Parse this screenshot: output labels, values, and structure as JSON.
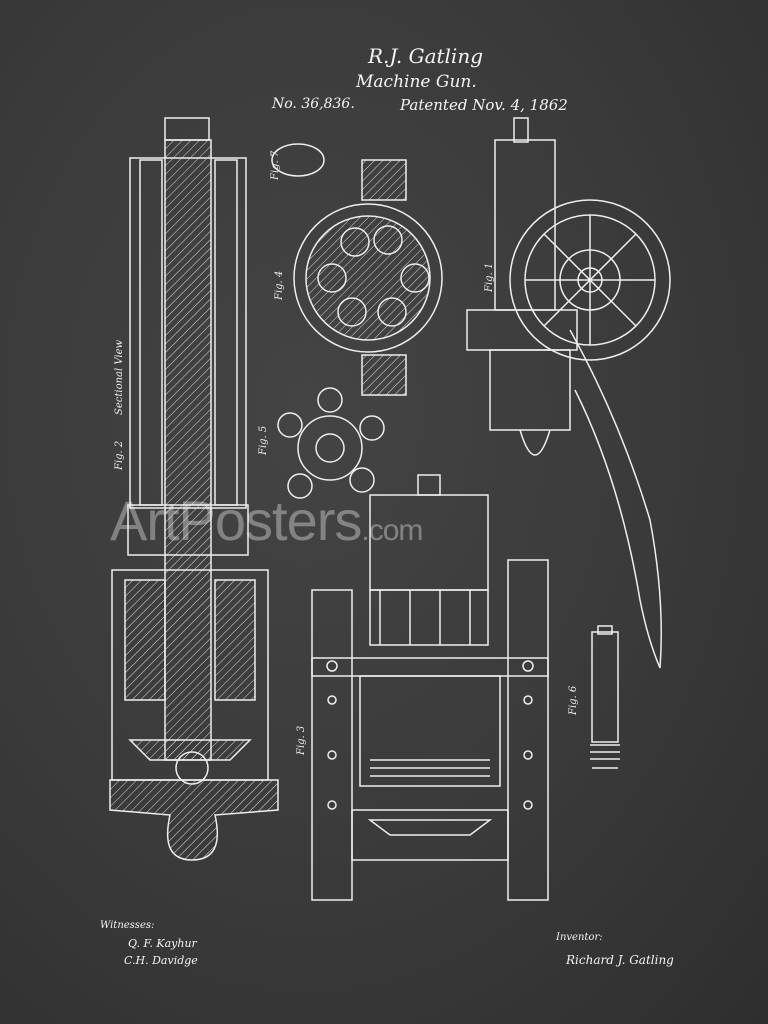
{
  "header": {
    "inventor": "R.J. Gatling",
    "title": "Machine Gun.",
    "patent_number": "No. 36,836.",
    "patent_date": "Patented Nov. 4, 1862"
  },
  "figures": {
    "fig1": "Fig. 1",
    "fig2": "Fig. 2",
    "fig2_caption": "Sectional View",
    "fig3": "Fig. 3",
    "fig4": "Fig. 4",
    "fig5": "Fig. 5",
    "fig6": "Fig. 6",
    "fig7": "Fig. 7"
  },
  "footer": {
    "witnesses_label": "Witnesses:",
    "witness_1": "Q. F. Kayhur",
    "witness_2": "C.H. Davidge",
    "inventor_label": "Inventor:",
    "inventor_signature": "Richard J. Gatling"
  },
  "watermark": {
    "brand": "ArtPosters",
    "suffix": ".com"
  },
  "colors": {
    "background": "#3b3b3b",
    "chalk": "#f2f2f2"
  }
}
